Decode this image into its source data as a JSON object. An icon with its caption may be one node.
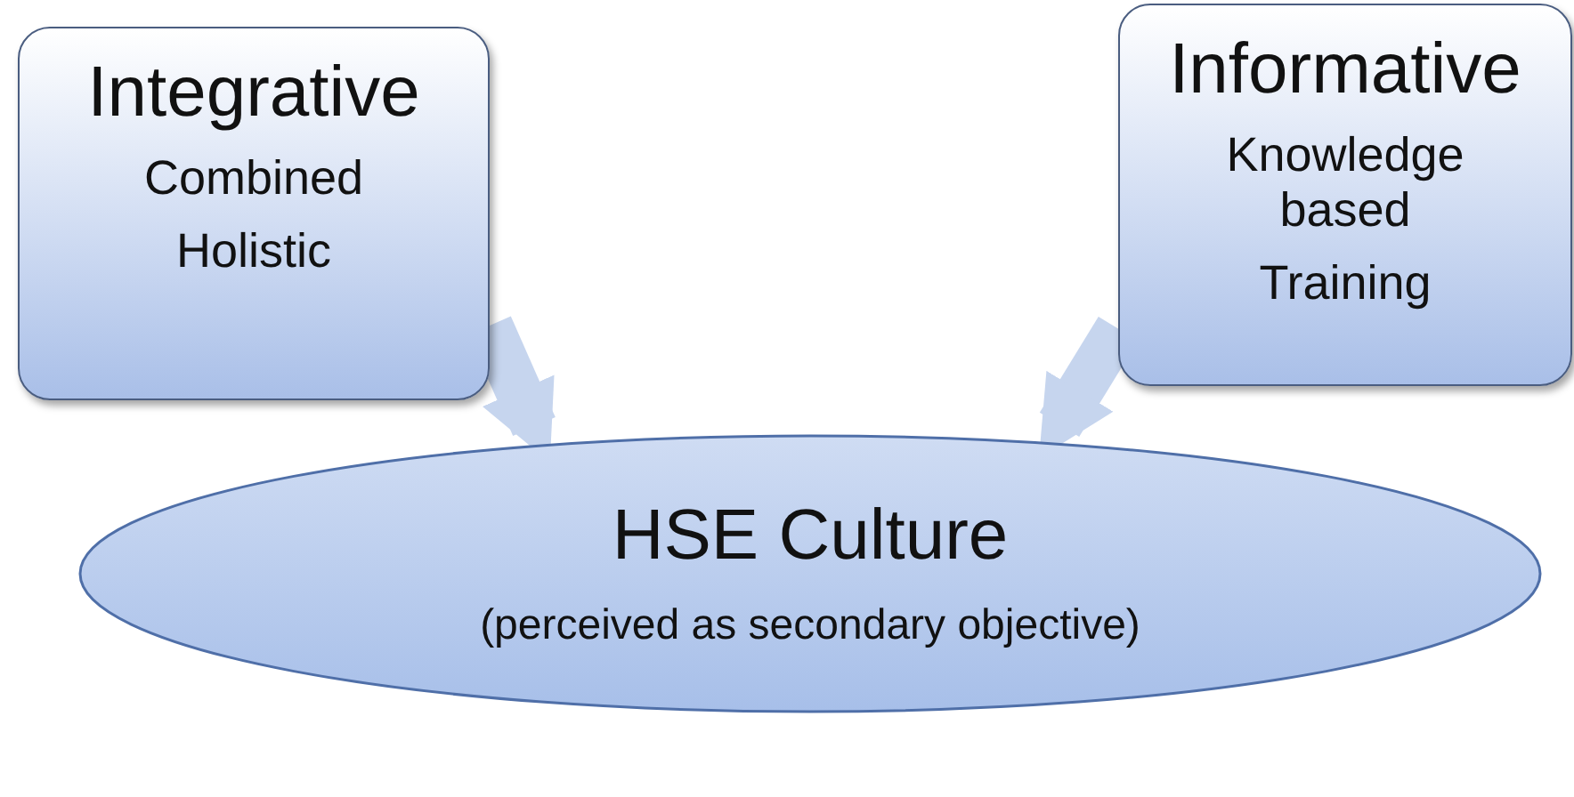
{
  "diagram": {
    "nodes": [
      {
        "text": [
          "Integrative",
          "Combined",
          "Holistic"
        ]
      },
      {
        "text": [
          "Informative",
          "Knowledge based",
          "Training"
        ]
      },
      {
        "text": [
          "HSE Culture",
          "(perceived as secondary objective)"
        ]
      }
    ],
    "edges": [
      {
        "from": 0,
        "to": 2,
        "arrow": "to"
      },
      {
        "from": 1,
        "to": 2,
        "arrow": "to"
      }
    ]
  }
}
